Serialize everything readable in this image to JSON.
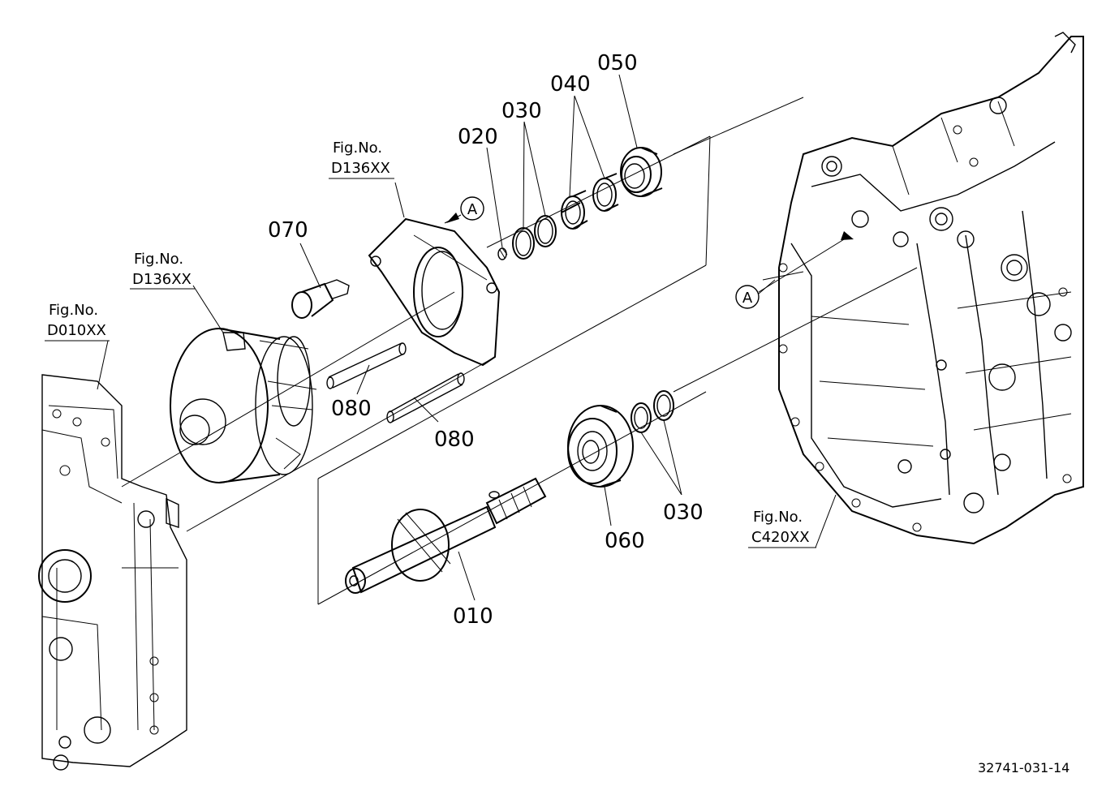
{
  "parts": {
    "p010": "010",
    "p020": "020",
    "p030_top": "030",
    "p030_bottom": "030",
    "p040": "040",
    "p050": "050",
    "p060": "060",
    "p070": "070",
    "p080_upper": "080",
    "p080_lower": "080"
  },
  "references": {
    "ref_d010": {
      "line1": "Fig.No.",
      "line2": "D010XX"
    },
    "ref_d136_left": {
      "line1": "Fig.No.",
      "line2": "D136XX"
    },
    "ref_d136_top": {
      "line1": "Fig.No.",
      "line2": "D136XX"
    },
    "ref_c420": {
      "line1": "Fig.No.",
      "line2": "C420XX"
    }
  },
  "callouts": {
    "a_top": "A",
    "a_right": "A"
  },
  "drawing_number": "32741-031-14"
}
